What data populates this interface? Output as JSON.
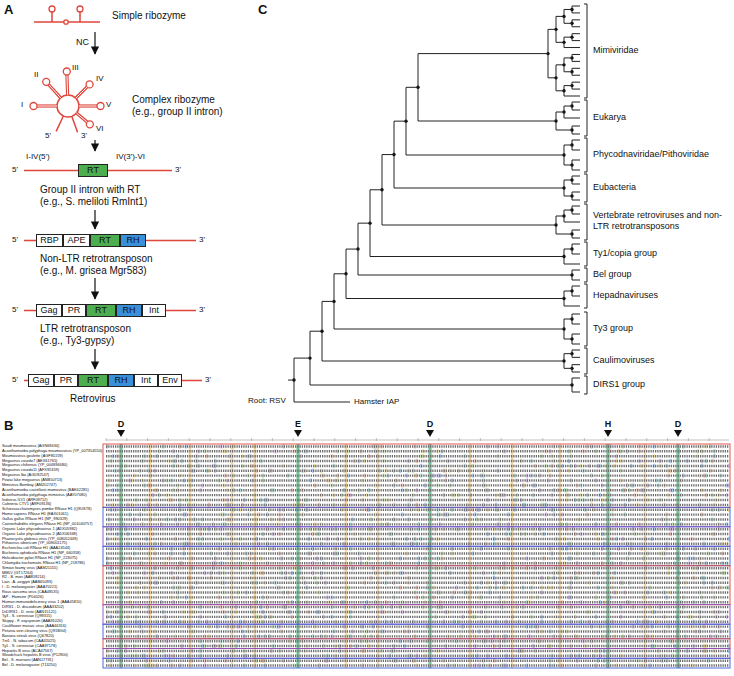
{
  "diagram": {
    "nodes": [
      {
        "text": [
          "RT"
        ]
      },
      {
        "text": [
          "RBP"
        ]
      },
      {
        "text": [
          "APE"
        ]
      },
      {
        "text": [
          "RT"
        ]
      },
      {
        "text": [
          "RH"
        ]
      },
      {
        "text": [
          "Gag"
        ]
      },
      {
        "text": [
          "PR"
        ]
      },
      {
        "text": [
          "RT"
        ]
      },
      {
        "text": [
          "RH"
        ]
      },
      {
        "text": [
          "Int"
        ]
      },
      {
        "text": [
          "Gag"
        ]
      },
      {
        "text": [
          "PR"
        ]
      },
      {
        "text": [
          "RT"
        ]
      },
      {
        "text": [
          "RH"
        ]
      },
      {
        "text": [
          "Int"
        ]
      },
      {
        "text": [
          "Env"
        ]
      }
    ],
    "labels": [
      "A",
      "Simple ribozyme",
      "NC",
      "Complex ribozyme",
      "(e.g., group II intron)",
      "I",
      "II",
      "III",
      "IV",
      "V",
      "VI",
      "5'",
      "3'",
      "I-IV(5')",
      "IV(3')-VI",
      "5'",
      "3'",
      "Group II intron with RT",
      "(e.g., S. meliloti RmInt1)",
      "5'",
      "3'",
      "Non-LTR retrotransposon",
      "(e.g., M. grisea Mgr583)",
      "5'",
      "3'",
      "LTR retrotransposon",
      "(e.g., Ty3-gypsy)",
      "5'",
      "3'",
      "Retrovirus",
      "C",
      "Mimiviridae",
      "Eukarya",
      "Phycodnaviridae/Pithoviridae",
      "Eubacteria",
      "Vertebrate retroviruses and non-LTR retrotransposons",
      "Ty1/copia group",
      "Bel group",
      "Hepadnaviruses",
      "Ty3 group",
      "Caulimoviruses",
      "DIRS1 group",
      "Root: RSV",
      "Hamster IAP",
      "B",
      "D",
      "E",
      "D",
      "H",
      "D",
      "Saudi moumouvirus (AGN69434)",
      "Acanthamoeba polyphaga moumouvirus (YP_007354550)",
      "Moumouvirus goulette (AGF85159)",
      "Megavirus courdo7 (AEX61765)",
      "Megavirus chiliensis (YP_004894680)",
      "Megavirus courdo11 (AFX92459)",
      "Megavirus lba (AGD92547)",
      "Powai lake megavirus (ANB50713)",
      "Mimivirus Bombay (AMZ02747)",
      "Acanthamoeba castellanii mamavirus (BAK62285)",
      "Acanthamoeba polyphaga mimivirus (AAY07080)",
      "Indivirus ILV1 (ARF09712)",
      "Cafeteria CTV1 (ARF09136)",
      "Schizosaccharomyces pombe RNase H1 (Q9UST8)",
      "Homo sapiens RNase H1 (EAX01061)",
      "Gallus gallus RNase H1 (NP_990329)",
      "Caenorhabditis elegans RNase H1 (NP_001040757)",
      "Organic Lake phycodnavirus 1 (ADX05982)",
      "Organic Lake phycodnavirus 2 (ADX06348)",
      "Phaeocystis globosa virus (YP_008052449)",
      "Pithovirus sibericum (YP_009001175)",
      "Escherichia coli RNase H1 (AAA24544)",
      "Buchnera aphidicola RNase H1 (NP_660358)",
      "Helicobacter pylori RNase H1 (NP_223075)",
      "Chlamydia trachomatis RNase H1 (NP_219786)",
      "Simian foamy virus (AAM21155)",
      "MMLV (GT17264)",
      "R2 - B. mori (AAB59214)",
      "Lian - A. aegypti (AAB65093)",
      "I - D. melanogaster (AAA70221)",
      "Rous sarcoma virus (CAA48535)",
      "IAP - Hamster (P04026)",
      "Human immunodeficiency virus 1 (AAA45810)",
      "DIRS1 - D. discoideum (AAA33202)",
      "DrDIRS1 - D. rerio (AAN15121)",
      "Ty3 - S. cerevisiae (Q99315)",
      "Skippy - F. oxysporum (AAA91020)",
      "Cauliflower mosaic virus (AAA46316)",
      "Petunia vein clearing virus (Q91BG4)",
      "Banana streak virus (Q67820)",
      "Tnt1 - N. tabacum (CAA32025)",
      "Ty1 - S. cerevisiae (CAA97178)",
      "Hepatitis B virus (ACA47567)",
      "Woodchuck hepatitis B virus (P12900)",
      "Bel - S. mansoni (AAN17791)",
      "Bel - D. melanogaster (T13250)"
    ]
  }
}
